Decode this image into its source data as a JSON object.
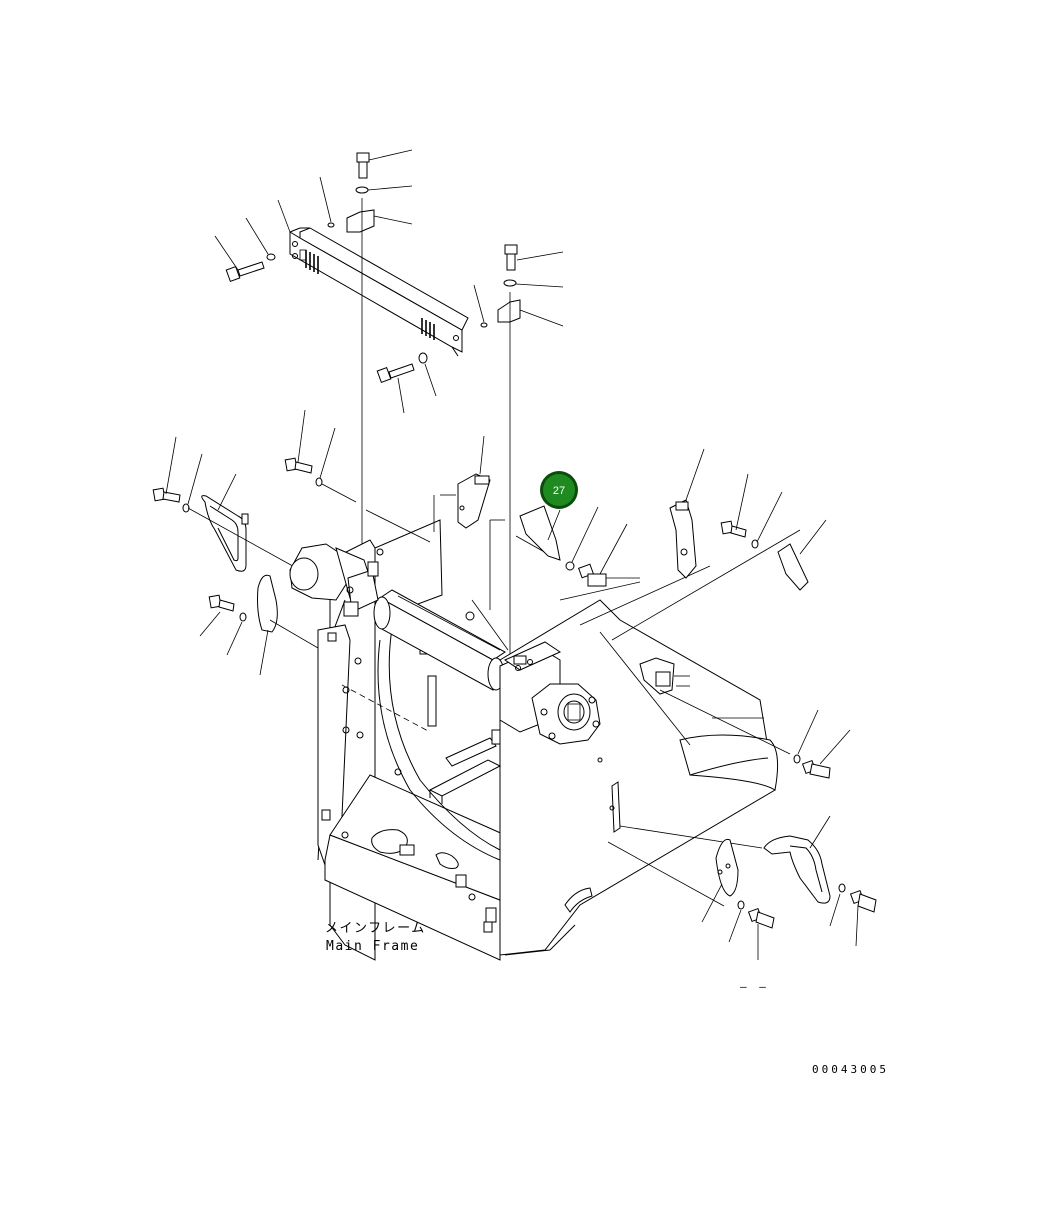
{
  "diagram": {
    "frame_label_jp": "メインフレーム",
    "frame_label_en": "Main Frame",
    "drawing_code": "00043005",
    "dash_mark": "– –",
    "callouts": [
      {
        "id": "27",
        "color": "#1f8a1f",
        "ring_color": "#0b4d0b"
      }
    ]
  }
}
